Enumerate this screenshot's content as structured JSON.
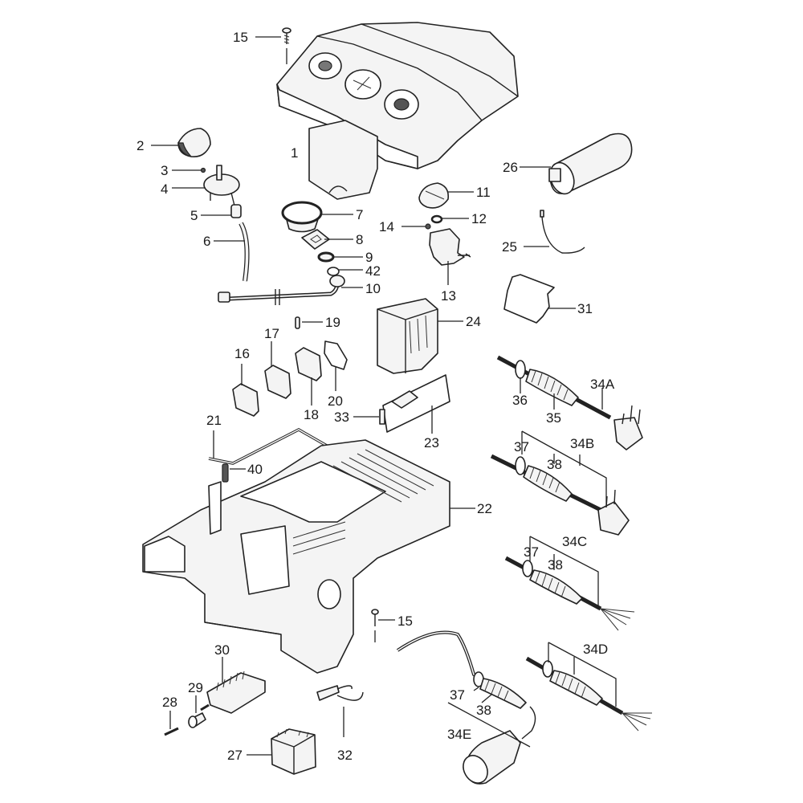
{
  "diagram": {
    "type": "exploded-parts-diagram",
    "labels": [
      {
        "id": "15a",
        "text": "15"
      },
      {
        "id": "1",
        "text": "1"
      },
      {
        "id": "2",
        "text": "2"
      },
      {
        "id": "3",
        "text": "3"
      },
      {
        "id": "4",
        "text": "4"
      },
      {
        "id": "5",
        "text": "5"
      },
      {
        "id": "6",
        "text": "6"
      },
      {
        "id": "7",
        "text": "7"
      },
      {
        "id": "8",
        "text": "8"
      },
      {
        "id": "9",
        "text": "9"
      },
      {
        "id": "42",
        "text": "42"
      },
      {
        "id": "10",
        "text": "10"
      },
      {
        "id": "11",
        "text": "11"
      },
      {
        "id": "12",
        "text": "12"
      },
      {
        "id": "14",
        "text": "14"
      },
      {
        "id": "13",
        "text": "13"
      },
      {
        "id": "26",
        "text": "26"
      },
      {
        "id": "25",
        "text": "25"
      },
      {
        "id": "31",
        "text": "31"
      },
      {
        "id": "19",
        "text": "19"
      },
      {
        "id": "24",
        "text": "24"
      },
      {
        "id": "16",
        "text": "16"
      },
      {
        "id": "17",
        "text": "17"
      },
      {
        "id": "18",
        "text": "18"
      },
      {
        "id": "20",
        "text": "20"
      },
      {
        "id": "33",
        "text": "33"
      },
      {
        "id": "23",
        "text": "23"
      },
      {
        "id": "21",
        "text": "21"
      },
      {
        "id": "40",
        "text": "40"
      },
      {
        "id": "22",
        "text": "22"
      },
      {
        "id": "36",
        "text": "36"
      },
      {
        "id": "35",
        "text": "35"
      },
      {
        "id": "34A",
        "text": "34A"
      },
      {
        "id": "37b",
        "text": "37"
      },
      {
        "id": "38b",
        "text": "38"
      },
      {
        "id": "34B",
        "text": "34B"
      },
      {
        "id": "37c",
        "text": "37"
      },
      {
        "id": "38c",
        "text": "38"
      },
      {
        "id": "34C",
        "text": "34C"
      },
      {
        "id": "34D",
        "text": "34D"
      },
      {
        "id": "15b",
        "text": "15"
      },
      {
        "id": "30",
        "text": "30"
      },
      {
        "id": "29",
        "text": "29"
      },
      {
        "id": "28",
        "text": "28"
      },
      {
        "id": "27",
        "text": "27"
      },
      {
        "id": "32",
        "text": "32"
      },
      {
        "id": "37e",
        "text": "37"
      },
      {
        "id": "38e",
        "text": "38"
      },
      {
        "id": "34E",
        "text": "34E"
      }
    ]
  }
}
